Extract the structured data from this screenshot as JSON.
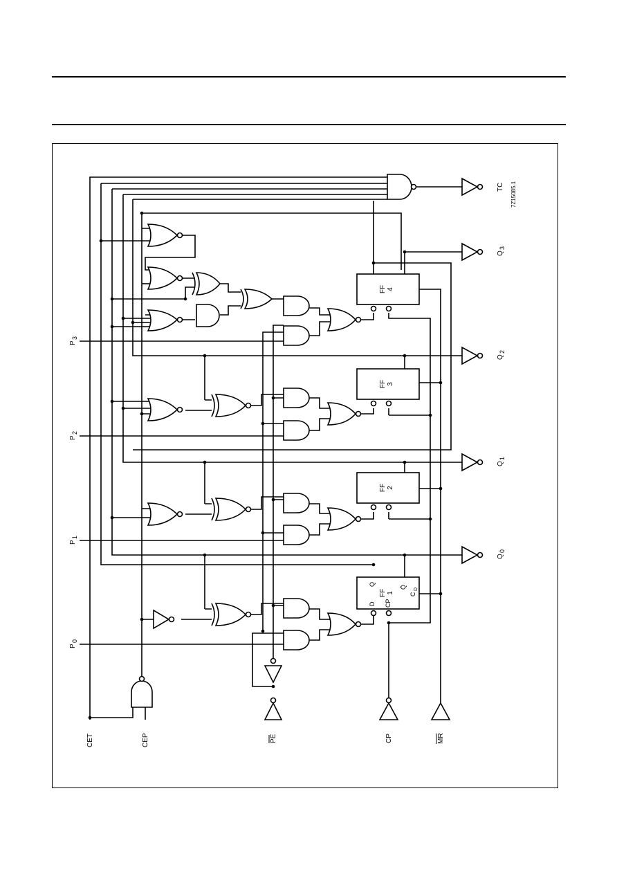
{
  "diagram": {
    "inputs": {
      "cet": "CET",
      "cep": "CEP",
      "pe": "PE",
      "cp": "CP",
      "mr": "MR",
      "p0": "P",
      "p0_sub": "0",
      "p1": "P",
      "p1_sub": "1",
      "p2": "P",
      "p2_sub": "2",
      "p3": "P",
      "p3_sub": "3"
    },
    "outputs": {
      "tc": "TC",
      "q0": "Q",
      "q0_sub": "0",
      "q1": "Q",
      "q1_sub": "1",
      "q2": "Q",
      "q2_sub": "2",
      "q3": "Q",
      "q3_sub": "3"
    },
    "flipflops": {
      "ff1_name": "FF",
      "ff1_num": "1",
      "ff2_name": "FF",
      "ff2_num": "2",
      "ff3_name": "FF",
      "ff3_num": "3",
      "ff4_name": "FF",
      "ff4_num": "4",
      "pin_d": "D",
      "pin_cp": "CP",
      "pin_q": "Q",
      "pin_qbar": "Q̄",
      "pin_cd": "C",
      "pin_cd_sub": "D"
    },
    "figure_code": "7Z15085.1"
  }
}
